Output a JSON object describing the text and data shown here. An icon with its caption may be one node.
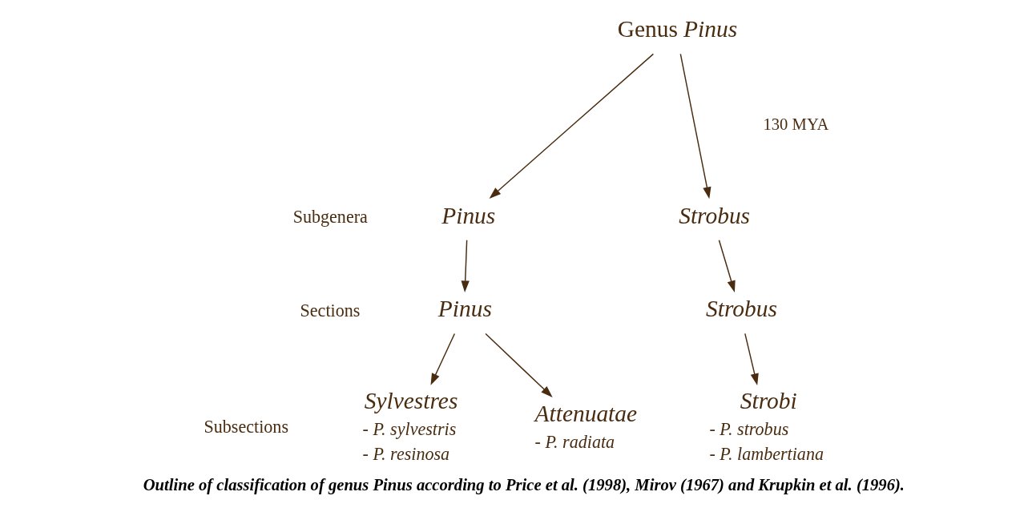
{
  "diagram": {
    "caption": "Outline of classification of genus Pinus according to Price et al. (1998), Mirov (1967) and Krupkin et al. (1996).",
    "nodes": [
      {
        "text": [
          "Genus *Pinus*"
        ]
      },
      {
        "text": [
          "Pinus"
        ]
      },
      {
        "text": [
          "Strobus"
        ]
      },
      {
        "text": [
          "Pinus"
        ]
      },
      {
        "text": [
          "Strobus"
        ]
      },
      {
        "text": [
          "Sylvestres"
        ],
        "beside": [
          "- P. sylvestris",
          "- P. resinosa"
        ]
      },
      {
        "text": [
          "Attenuatae"
        ],
        "beside": [
          "- P. radiata"
        ]
      },
      {
        "text": [
          "Strobi"
        ],
        "beside": [
          "- P. strobus",
          "- P. lambertiana"
        ]
      }
    ],
    "edges": [
      {
        "from": 0,
        "to": 1,
        "arrow": "to"
      },
      {
        "from": 0,
        "to": 2,
        "arrow": "to"
      },
      {
        "from": 1,
        "to": 3,
        "arrow": "to"
      },
      {
        "from": 2,
        "to": 4,
        "arrow": "to"
      },
      {
        "from": 3,
        "to": 5,
        "arrow": "to"
      },
      {
        "from": 3,
        "to": 6,
        "arrow": "to"
      },
      {
        "from": 4,
        "to": 7,
        "arrow": "to"
      }
    ],
    "labels": [
      "130 MYA",
      "Subgenera",
      "Sections",
      "Subsections"
    ]
  }
}
